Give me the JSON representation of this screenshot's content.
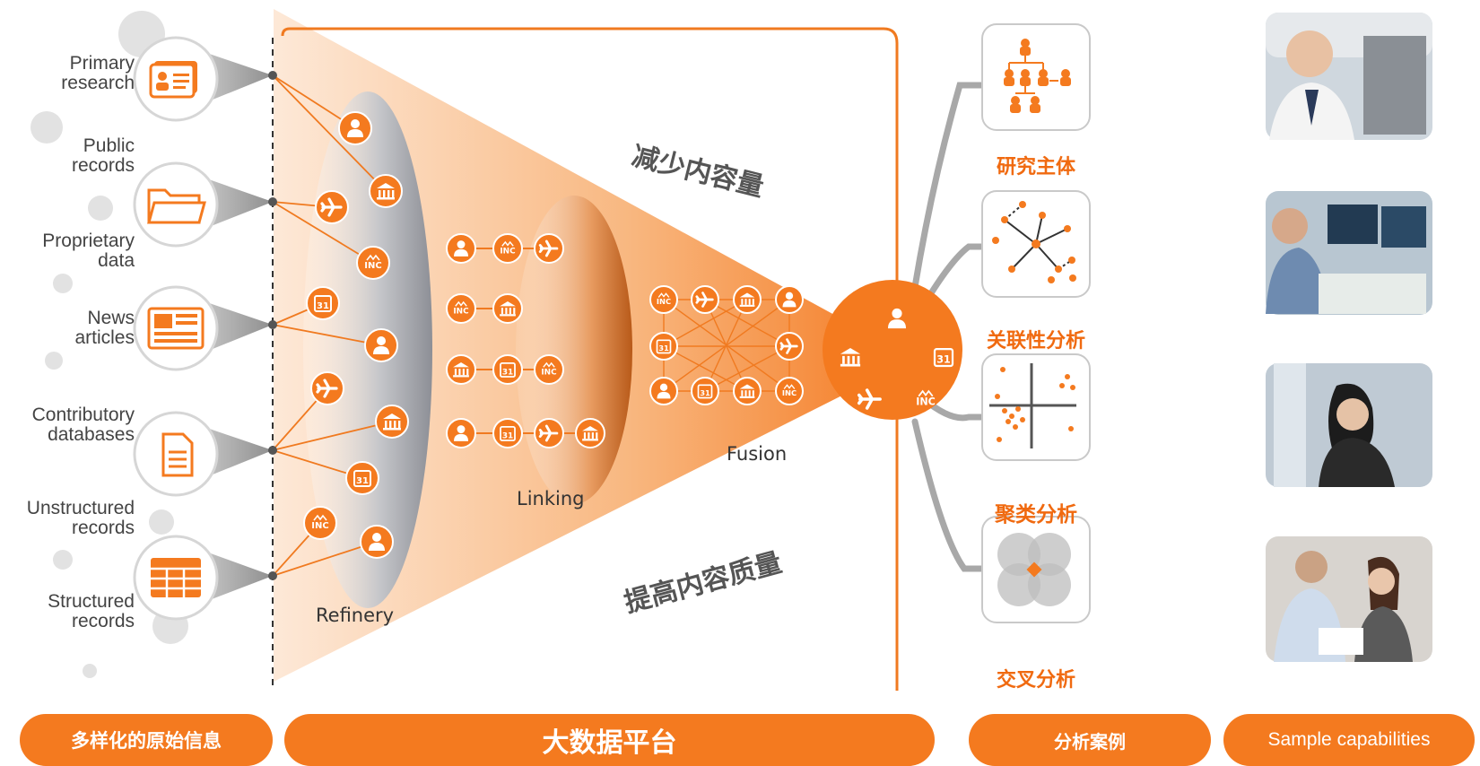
{
  "sources": [
    {
      "label": "Primary\nresearch",
      "icon": "id-card-icon"
    },
    {
      "label": "Public\nrecords",
      "icon": "folder-icon"
    },
    {
      "label": "Proprietary\ndata",
      "icon": ""
    },
    {
      "label": "News\narticles",
      "icon": "newspaper-icon"
    },
    {
      "label": "Contributory\ndatabases",
      "icon": "document-icon"
    },
    {
      "label": "Unstructured\nrecords",
      "icon": ""
    },
    {
      "label": "Structured\nrecords",
      "icon": "table-icon"
    }
  ],
  "stages": {
    "refinery": "Refinery",
    "linking": "Linking",
    "fusion": "Fusion"
  },
  "funnel_text": {
    "top": "减少内容量",
    "bottom": "提高内容质量"
  },
  "cases": [
    {
      "label": "研究主体",
      "icon": "org-chart-icon"
    },
    {
      "label": "关联性分析",
      "icon": "network-icon"
    },
    {
      "label": "聚类分析",
      "icon": "cluster-plot-icon"
    },
    {
      "label": "交叉分析",
      "icon": "venn-icon"
    }
  ],
  "footer": {
    "sources_label": "多样化的原始信息",
    "platform_label": "大数据平台",
    "cases_label": "分析案例",
    "samples_label": "Sample capabilities"
  },
  "badge_text": {
    "inc": "INC",
    "calendar": "31"
  },
  "colors": {
    "accent": "#f47a1f",
    "accent_dark": "#e0600c",
    "grey": "#9a9a9a"
  }
}
